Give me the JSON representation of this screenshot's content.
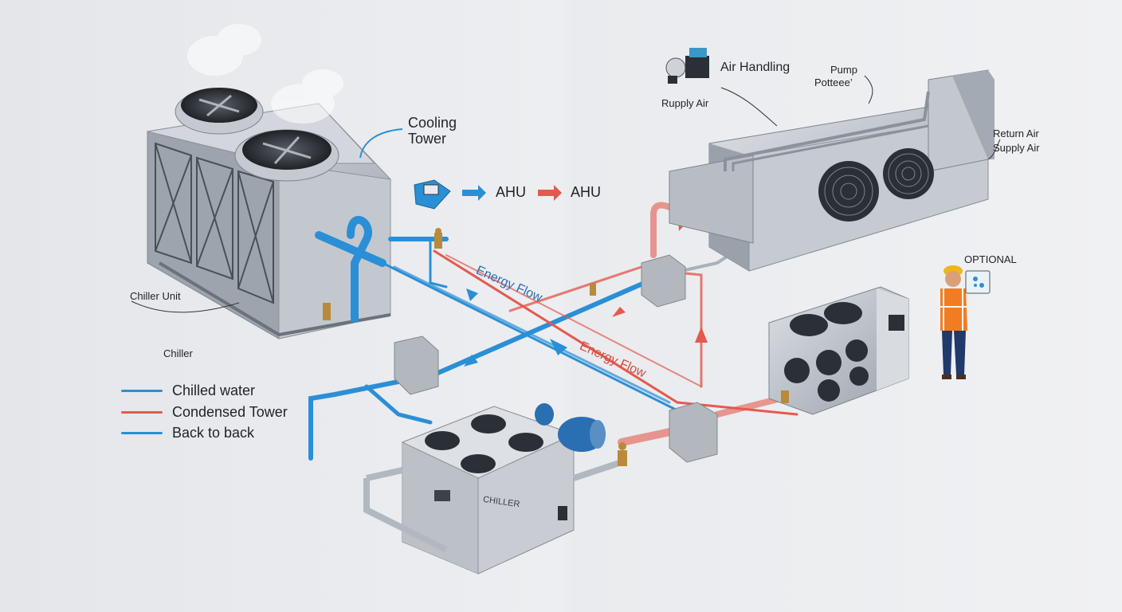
{
  "labels": {
    "cooling_tower": [
      "Cooling",
      "Tower"
    ],
    "ahu_a": "AHU",
    "ahu_b": "AHU",
    "air_handling": "Air Handling",
    "rupply_air": "Rupply Air",
    "pump": "Pump",
    "pottee": "Potteee’",
    "return_air": "Return Air",
    "supply_air": "Supply Air",
    "optional": "OPTIONAL",
    "chiller_unit": "Chiller Unit",
    "chiller": "Chiller",
    "chiller_plate": "CHILLER",
    "energy_flow_blue": "Energy Flow",
    "energy_flow_red": "Energy Flow"
  },
  "legend": [
    {
      "label": "Chilled water",
      "color": "#2a8fd6"
    },
    {
      "label": "Condensed Tower",
      "color": "#e45a4f"
    },
    {
      "label": "Back to back",
      "color": "#2a8fd6"
    }
  ],
  "colors": {
    "chilled": "#2a8fd6",
    "condenser": "#e45a4f",
    "steel": "#b9bec6",
    "fan": "#2b2f36"
  },
  "icons": [
    "fan-icon",
    "pump-icon",
    "valve-icon",
    "arrow-icon",
    "worker-icon",
    "tablet-icon"
  ]
}
